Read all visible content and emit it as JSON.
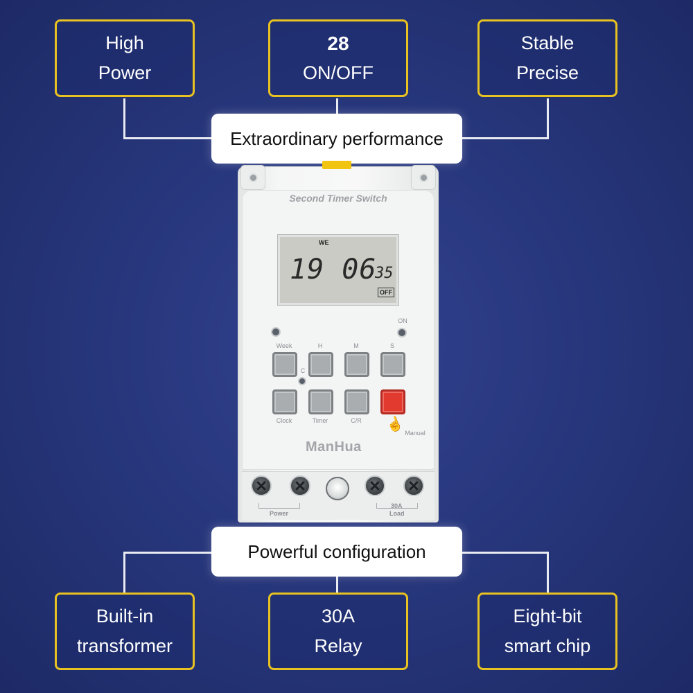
{
  "top_features": [
    {
      "line1": "High",
      "line2": "Power"
    },
    {
      "line1": "28",
      "line2": "ON/OFF"
    },
    {
      "line1": "Stable",
      "line2": "Precise"
    }
  ],
  "top_label": "Extraordinary performance",
  "bottom_label": "Powerful configuration",
  "bottom_features": [
    {
      "line1": "Built-in",
      "line2": "transformer"
    },
    {
      "line1": "30A",
      "line2": "Relay"
    },
    {
      "line1": "Eight-bit",
      "line2": "smart chip"
    }
  ],
  "device": {
    "model": "Second Timer Switch",
    "display": {
      "day": "WE",
      "time": "19 06",
      "seconds": "35",
      "state": "OFF"
    },
    "on_label": "ON",
    "c_label": "C",
    "top_buttons": [
      "Week",
      "H",
      "M",
      "S"
    ],
    "bottom_buttons": [
      "Clock",
      "Timer",
      "C/R"
    ],
    "manual_label": "Manual",
    "brand": "ManHua",
    "power_label": "Power",
    "load_label_amp": "30A",
    "load_label": "Load"
  },
  "colors": {
    "background": "#263579",
    "box_border": "#e8c221",
    "manual_button": "#e23a2e",
    "clip": "#f1c40f"
  }
}
